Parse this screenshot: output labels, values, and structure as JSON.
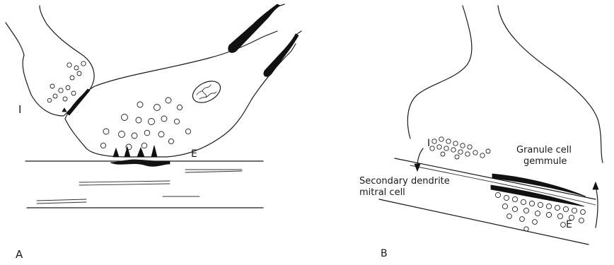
{
  "panel_a": {
    "letter": "A",
    "marker_i": "I",
    "marker_e": "E"
  },
  "panel_b": {
    "letter": "B",
    "marker_i": "I",
    "marker_e": "E",
    "label_granule_1": "Granule cell",
    "label_granule_2": "gemmule",
    "label_dendrite_1": "Secondary dendrite",
    "label_dendrite_2": "mitral cell"
  }
}
